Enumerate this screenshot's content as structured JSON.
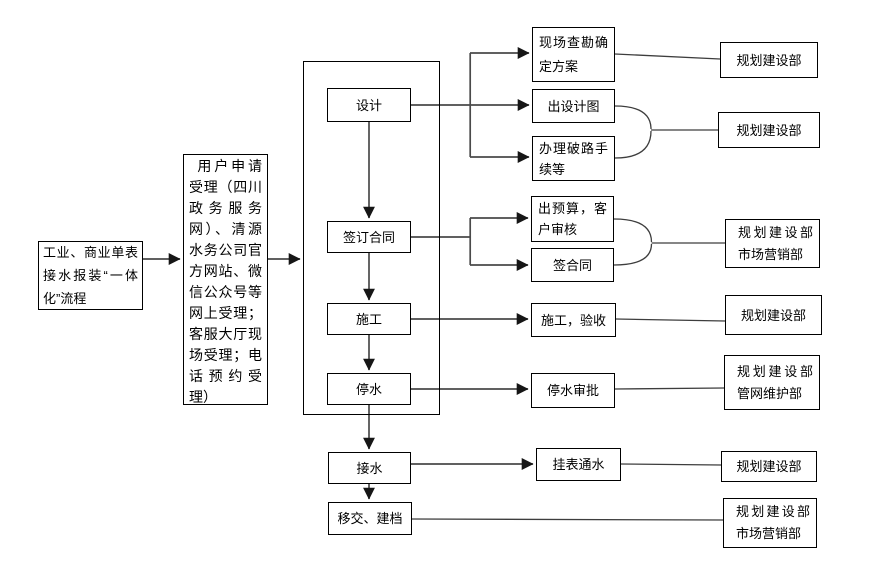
{
  "flowchart": {
    "entry": {
      "title": "工业、商业单表接水报装“一体化”流程",
      "apply": "用户申请受理（四川政务服务网）、清源水务公司官方网站、微信公众号等网上受理；客服大厅现场受理；电话预约受理）"
    },
    "stages": {
      "design": "设计",
      "sign_contract": "签订合同",
      "construction": "施工",
      "stop_water": "停水",
      "connect_water": "接水",
      "handover_archive": "移交、建档"
    },
    "tasks": {
      "site_survey": "现场查勘确定方案",
      "design_drawing": "出设计图",
      "road_breaking": "办理破路手续等",
      "budget_review": "出预算，客户审核",
      "sign": "签合同",
      "construct_accept": "施工，验收",
      "stop_water_approval": "停水审批",
      "meter_install": "挂表通水"
    },
    "departments": {
      "survey_dept": "规划建设部",
      "design_dept": "规划建设部",
      "contract_dept": "规划建设部市场营销部",
      "construct_dept": "规划建设部",
      "stop_dept": "规划建设部管网维护部",
      "meter_dept": "规划建设部",
      "handover_dept": "规划建设部市场营销部"
    },
    "colors": {
      "background": "#ffffff",
      "box_border": "#000000",
      "connector_line": "#4a4a4a",
      "arrow_head": "#161616",
      "text": "#000000"
    }
  }
}
